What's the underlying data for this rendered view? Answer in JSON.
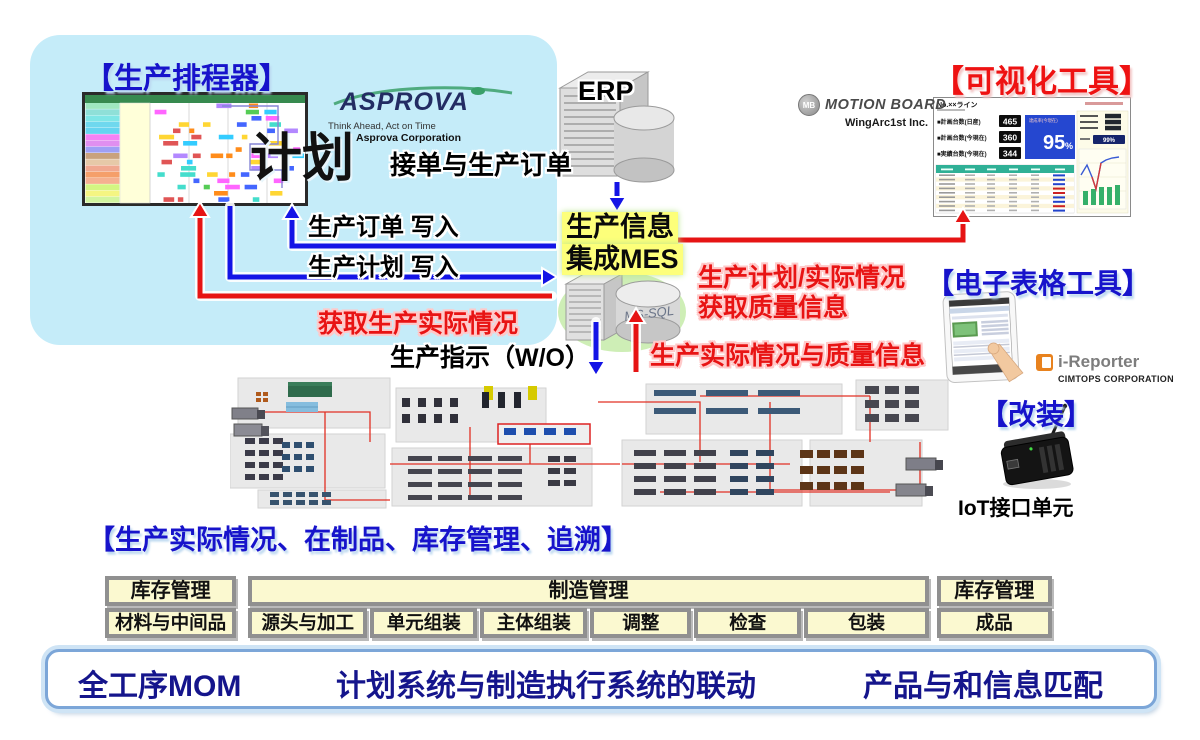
{
  "colors": {
    "accent_blue": "#1713cb",
    "accent_red": "#e81414",
    "arrow_blue": "#1414e6",
    "arrow_red": "#e61414",
    "highlight_yellow": "#fdff7a",
    "panel_blue": "#c5ecf9",
    "navy_text": "#15158c",
    "table_cell_bg": "#fbf9d0"
  },
  "scheduler": {
    "title": "【生产排程器】",
    "plan_text": "计划",
    "asprova_logo": "ASPROVA",
    "asprova_tagline": "Think Ahead, Act on Time",
    "asprova_company": "Asprova Corporation"
  },
  "erp": {
    "label": "ERP"
  },
  "mes": {
    "line1": "生产信息",
    "line2": "集成MES",
    "db": "MS-SQL"
  },
  "flows": {
    "order_intake": "接单与生产订单",
    "order_write": "生产订单 写入",
    "plan_write": "生产计划 写入",
    "get_actual": "获取生产实际情况",
    "work_order": "生产指示（W/O）",
    "actual_and_quality": "生产实际情况与质量信息",
    "plan_actual_line1": "生产计划/实际情况",
    "plan_actual_line2": "获取质量信息"
  },
  "visualization": {
    "title": "【可视化工具】",
    "vendor_icon": "MB",
    "vendor_name": "MOTION BOARD",
    "vendor_company": "WingArc1st Inc.",
    "dashboard": {
      "line_title": "No.××ライン",
      "metric1_label": "■計画台数(日産)",
      "metric1_value": "465",
      "metric2_label": "■計画台数(今現在)",
      "metric2_value": "360",
      "metric3_label": "■実績台数(今現在)",
      "metric3_value": "344",
      "rate_label": "達成率(今現在)",
      "rate_value": "95",
      "rate_unit": "%",
      "side_badge": "99%"
    }
  },
  "spreadsheet": {
    "title": "【电子表格工具】",
    "vendor_name": "i-Reporter",
    "vendor_company": "CIMTOPS CORPORATION"
  },
  "retrofit": {
    "title": "【改装】",
    "device_label": "IoT接口单元"
  },
  "factory": {
    "caption": "【生产实际情况、在制品、库存管理、追溯】"
  },
  "process_table": {
    "inventory_left_header": "库存管理",
    "inventory_left_cell": "材料与中间品",
    "manufacturing_header": "制造管理",
    "manufacturing_cells": [
      "源头与加工",
      "单元组装",
      "主体组装",
      "调整",
      "检查",
      "包装"
    ],
    "inventory_right_header": "库存管理",
    "inventory_right_cell": "成品"
  },
  "bottom_bar": {
    "item1": "全工序MOM",
    "item2": "计划系统与制造执行系统的联动",
    "item3": "产品与和信息匹配"
  }
}
